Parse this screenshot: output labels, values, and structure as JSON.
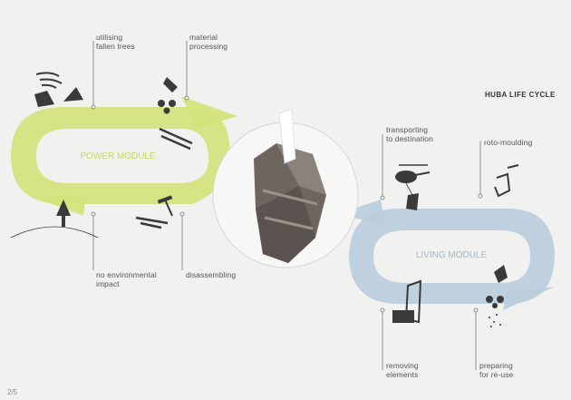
{
  "title": "HUBA LIFE CYCLE",
  "page_number": "2/5",
  "power_module": {
    "name": "POWER MODULE",
    "color": "#d4e27a",
    "label_color": "#c9d864",
    "steps": {
      "fallen_trees": "utilising\nfallen trees",
      "material_processing": "material\nprocessing",
      "disassembling": "disassembling",
      "no_impact": "no environmental\nimpact"
    }
  },
  "living_module": {
    "name": "LIVING MODULE",
    "color": "#b9cddc",
    "label_color": "#9fb9cc",
    "steps": {
      "transporting": "transporting\nto destination",
      "roto_moulding": "roto-moulding",
      "preparing": "preparing\nfor re-use",
      "removing": "removing\nelements"
    }
  },
  "colors": {
    "background": "#f1f1ef",
    "icon": "#3a3a3a",
    "leader": "#777777"
  }
}
